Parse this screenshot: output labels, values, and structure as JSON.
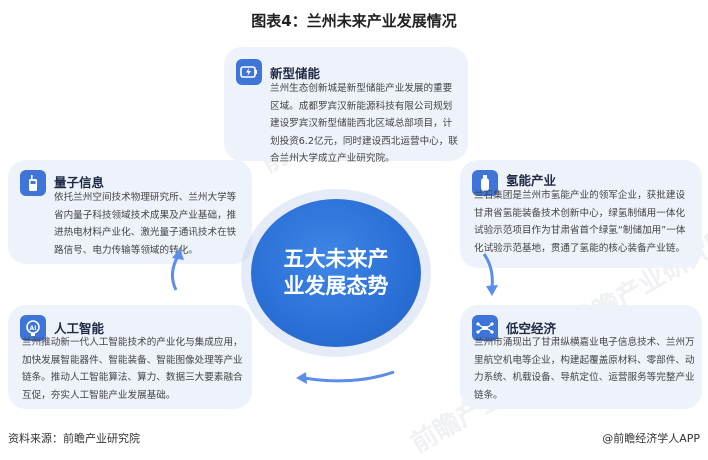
{
  "title": "图表4：兰州未来产业发展情况",
  "center": {
    "text": "五大未来产业发展态势"
  },
  "cards": {
    "storage": {
      "title": "新型储能",
      "icon": "battery-charge-icon",
      "text": "兰州生态创新城是新型储能产业发展的重要区域。成都罗宾汉新能源科技有限公司规划建设罗宾汉新型储能西北区域总部项目，计划投资6.2亿元，同时建设西北运营中心，联合兰州大学成立产业研究院。"
    },
    "quantum": {
      "title": "量子信息",
      "icon": "walkie-talkie-icon",
      "text": "依托兰州空间技术物理研究所、兰州大学等省内量子科技领域技术成果及产业基础，推进热电材料产业化、激光量子通讯技术在铁路信号、电力传输等领域的转化。"
    },
    "hydrogen": {
      "title": "氢能产业",
      "icon": "gas-cylinder-icon",
      "text": "兰石集团是兰州市氢能产业的领军企业，获批建设甘肃省氢能装备技术创新中心，绿氢制储用一体化试验示范项目作为甘肃省首个绿氢“制储加用”一体化试验示范基地，贯通了氢能的核心装备产业链。"
    },
    "ai": {
      "title": "人工智能",
      "icon": "ai-brain-icon",
      "text": "兰州推动新一代人工智能技术的产业化与集成应用，加快发展智能器件、智能装备、智能图像处理等产业链条。推动人工智能算法、算力、数据三大要素融合互促，夯实人工智能产业发展基础。"
    },
    "lowalt": {
      "title": "低空经济",
      "icon": "drone-icon",
      "text": "兰州市涌现出了甘肃纵横嘉业电子信息技术、兰州万里航空机电等企业，构建起覆盖原材料、零部件、动力系统、机载设备、导航定位、运营服务等完整产业链条。"
    }
  },
  "footer": {
    "source": "资料来源：前瞻产业研究院",
    "brand": "@前瞻经济学人APP"
  },
  "watermark": "前瞻产业研究院",
  "colors": {
    "accent": "#2a6fd6",
    "card_bg": "#eef2fb",
    "icon_bg": "#3f75d8",
    "arrow": "#5b8ee8"
  }
}
